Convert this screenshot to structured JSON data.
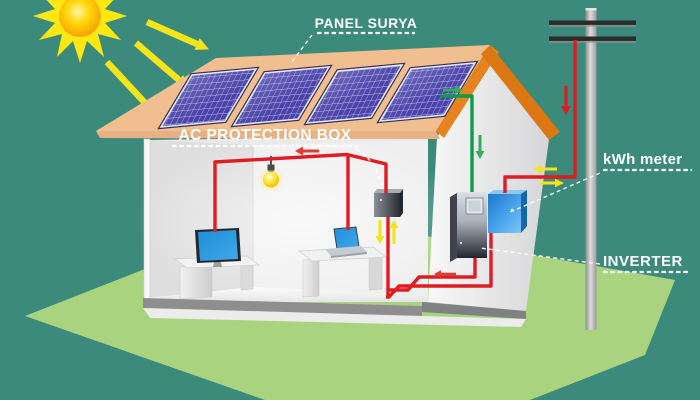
{
  "diagram": {
    "type": "residential-solar-power-system-illustration",
    "labels": {
      "panel_surya": "PANEL SURYA",
      "ac_protection_box": "AC PROTECTION BOX",
      "kwh_meter": "kWh meter",
      "inverter": "INVERTER"
    },
    "components": {
      "solar_panel_count": 4,
      "named": [
        "solar-panel-array",
        "ac-protection-box",
        "kwh-meter",
        "inverter",
        "utility-pole",
        "sun"
      ]
    },
    "flow_arrows": [
      {
        "name": "sun-ray-arrow",
        "color_key": "arrow_yellow",
        "count": 3
      },
      {
        "name": "green-right-arrow",
        "color_key": "wire_dc_green"
      },
      {
        "name": "green-down-arrow",
        "color_key": "wire_dc_green"
      },
      {
        "name": "red-down-arrow-pole",
        "color_key": "wire_ac_red"
      },
      {
        "name": "yellow-left-arrow-grid",
        "color_key": "arrow_yellow"
      },
      {
        "name": "yellow-right-arrow-grid",
        "color_key": "arrow_yellow"
      },
      {
        "name": "yellow-down-arrow-acbox",
        "color_key": "arrow_yellow"
      },
      {
        "name": "yellow-up-arrow-acbox",
        "color_key": "arrow_yellow"
      },
      {
        "name": "red-left-arrow-interior",
        "color_key": "wire_ac_red"
      },
      {
        "name": "red-left-arrow-exterior",
        "color_key": "wire_ac_red"
      }
    ],
    "colors": {
      "background": "#3B8A7B",
      "ground": "#A9D37F",
      "roof": "#F1BF8F",
      "roof_fascia": "#E7B184",
      "roof_trim_orange": "#E8821E",
      "panel_cell_indigo": "#4A42A8",
      "wire_ac_red": "#E01B22",
      "wire_dc_green": "#0A9B4B",
      "arrow_yellow": "#F3E51A",
      "sun_yellow": "#FFE712",
      "wall_light": "#F6F6F6",
      "kwh_meter_blue": "#2E9BE6",
      "inverter_dark": "#23262E",
      "pole_gray": "#B5B5B5",
      "label_text": "#FFFFFF"
    }
  }
}
